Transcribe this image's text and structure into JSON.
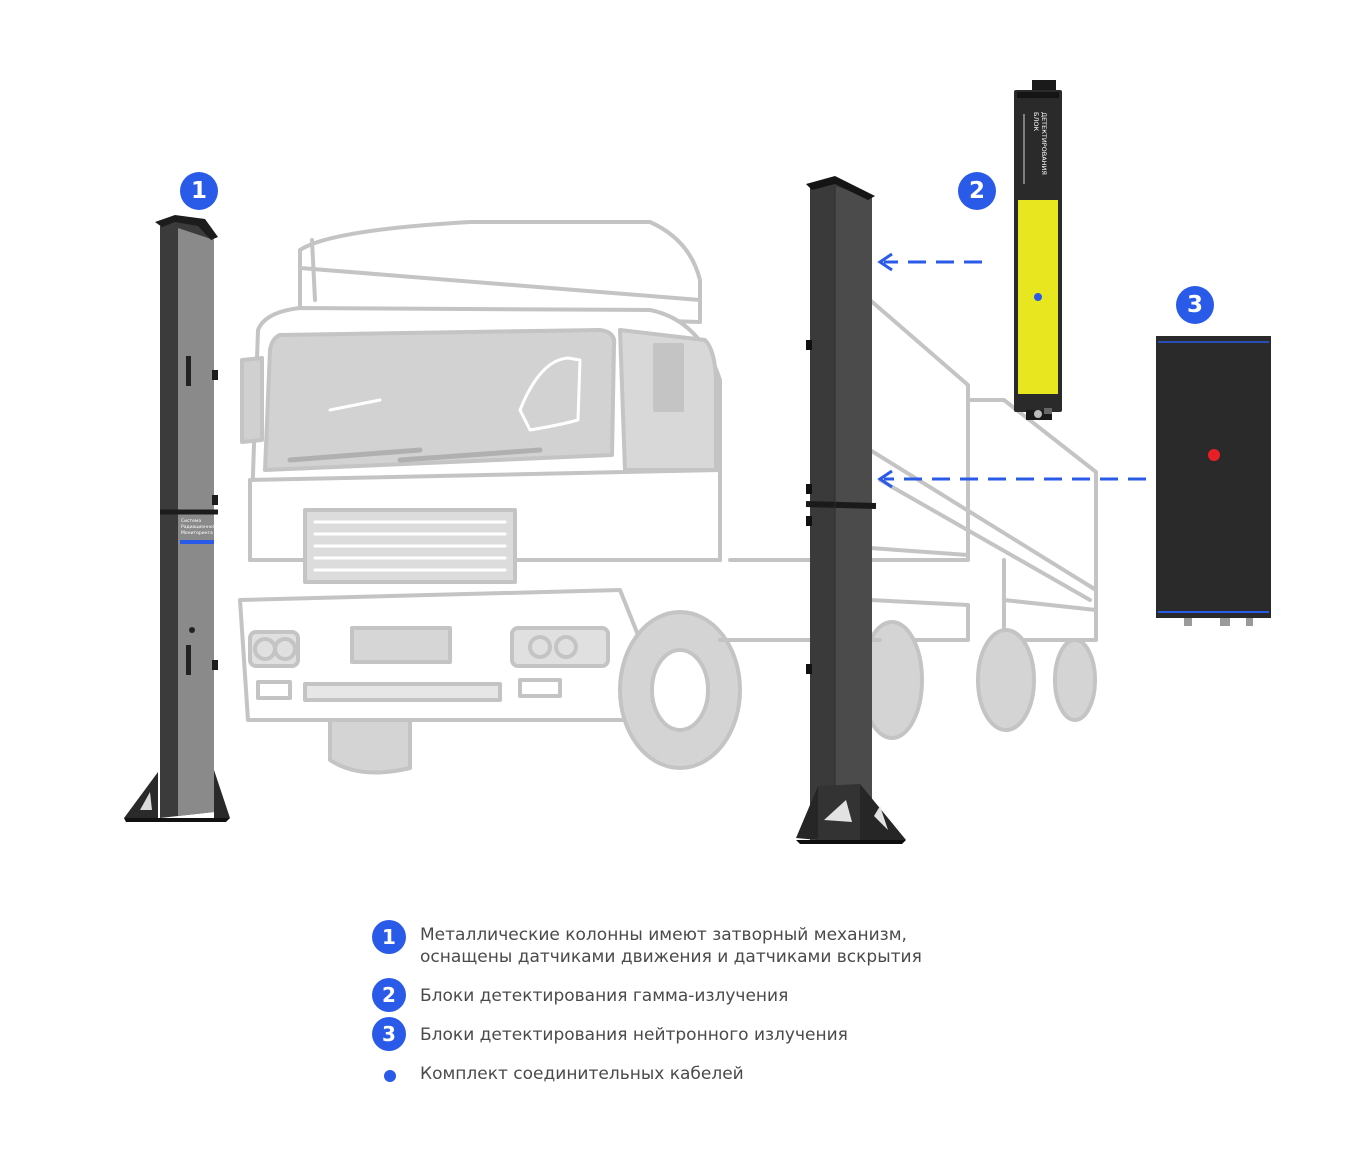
{
  "badges": {
    "column_left": "1",
    "gamma_block": "2",
    "neutron_block": "3"
  },
  "devices": {
    "column_label_lines": [
      "Система",
      "Радиационного",
      "Мониторинга"
    ],
    "gamma_block_label_lines": [
      "БЛОК",
      "ДЕТЕКТИРОВАНИЯ"
    ]
  },
  "legend": {
    "items": [
      {
        "marker": "1",
        "line1": "Металлические колонны имеют затворный механизм,",
        "line2": "оснащены датчиками движения и датчиками вскрытия"
      },
      {
        "marker": "2",
        "line1": "Блоки детектирования гамма-излучения"
      },
      {
        "marker": "3",
        "line1": "Блоки детектирования нейтронного излучения"
      },
      {
        "marker": "",
        "line1": "Комплект соединительных кабелей"
      }
    ]
  },
  "colors": {
    "accent": "#2a5ae8",
    "column_dark": "#3b3b3b",
    "column_light": "#8a8a8a",
    "gamma_window": "#e8e61f",
    "neutron_indicator": "#e81f26",
    "truck_outline": "#c4c4c4"
  },
  "icons": {
    "arrow": "left-arrow-icon",
    "dot": "dot-icon"
  }
}
